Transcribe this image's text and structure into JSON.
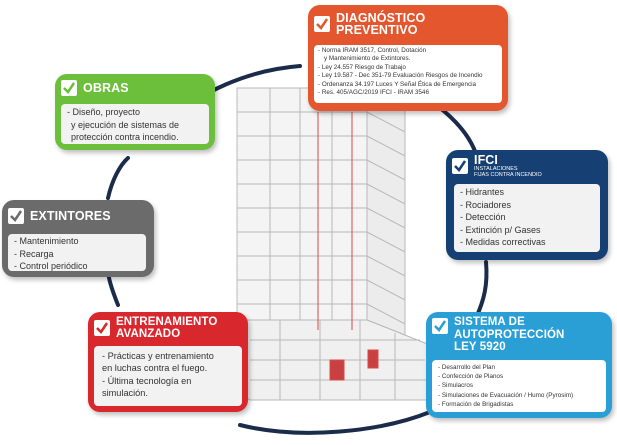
{
  "colors": {
    "diagnostico": "#e4572e",
    "ifci": "#163f73",
    "sistema": "#2a9fd6",
    "entrenamiento": "#d9272e",
    "extintores": "#6b6b6b",
    "obras": "#6cbf3a",
    "ring": "#1b2b4a"
  },
  "icons": {
    "check": "check-icon"
  },
  "cards": {
    "diagnostico": {
      "title_lines": [
        "DIAGNÓSTICO",
        "PREVENTIVO"
      ],
      "items": [
        "- Norma IRAM 3517, Control, Dotación",
        "  y Mantenimiento de Extintores.",
        "- Ley 24.557 Riesgo de Trabajo",
        "- Ley 19.587 - Dec 351-79 Evaluación Riesgos de Incendio",
        "- Ordenanza 34.197 Luces Y Señal Ética de Emergencia",
        "- Res. 405/AGC/2019 IFCI - IRAM 3546"
      ]
    },
    "ifci": {
      "title": "IFCI",
      "subtitle_lines": [
        "INSTALACIONES",
        "FIJAS CONTRA INCENDIO"
      ],
      "items": [
        "- Hidrantes",
        "- Rociadores",
        "- Detección",
        "- Extinción p/ Gases",
        "- Medidas correctivas"
      ]
    },
    "sistema": {
      "title_lines": [
        "SISTEMA DE",
        "AUTOPROTECCIÓN",
        "LEY 5920"
      ],
      "items": [
        "- Desarrollo del Plan",
        "- Confección de Planos",
        "- Simulacros",
        "- Simulaciones de Evacuación / Humo (Pyrosim)",
        "- Formación de Brigadistas"
      ]
    },
    "entrenamiento": {
      "title_lines": [
        "ENTRENAMIENTO",
        "AVANZADO"
      ],
      "items": [
        "- Prácticas y entrenamiento",
        "en luchas contra el fuego.",
        "- Última tecnología en",
        "simulación."
      ]
    },
    "extintores": {
      "title": "EXTINTORES",
      "items": [
        "- Mantenimiento",
        "- Recarga",
        "- Control periódico"
      ]
    },
    "obras": {
      "title": "OBRAS",
      "items": [
        "- Diseño, proyecto",
        "y ejecución de sistemas de",
        "protección contra incendio."
      ]
    }
  }
}
